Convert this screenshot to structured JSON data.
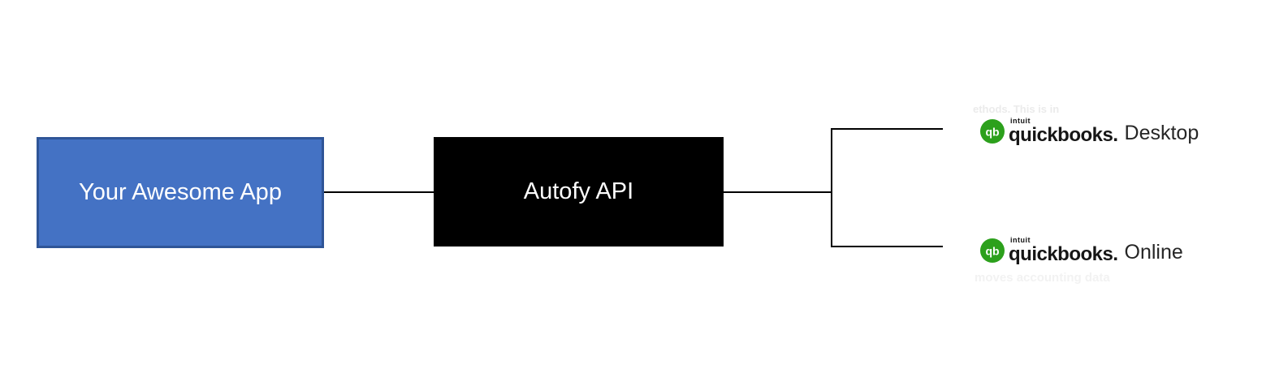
{
  "diagram": {
    "app_box": {
      "label": "Your Awesome App",
      "fill": "#4472C4",
      "border_color": "#2F5597",
      "text_color": "#FFFFFF"
    },
    "api_box": {
      "label": "Autofy API",
      "fill": "#000000",
      "text_color": "#FFFFFF"
    },
    "connectors": {
      "color": "#000000",
      "shape": "api box branches right into two horizontal lines"
    },
    "targets": [
      {
        "icon": "quickbooks-icon",
        "intuit_label": "intuit",
        "wordmark": "quickbooks.",
        "product": "Desktop"
      },
      {
        "icon": "quickbooks-icon",
        "intuit_label": "intuit",
        "wordmark": "quickbooks.",
        "product": "Online"
      }
    ],
    "brand": {
      "quickbooks_green": "#2CA01C",
      "qb_monogram": "qb"
    },
    "ghost_text": {
      "top": "ethods. This is in",
      "bottom": "moves accounting data"
    }
  }
}
